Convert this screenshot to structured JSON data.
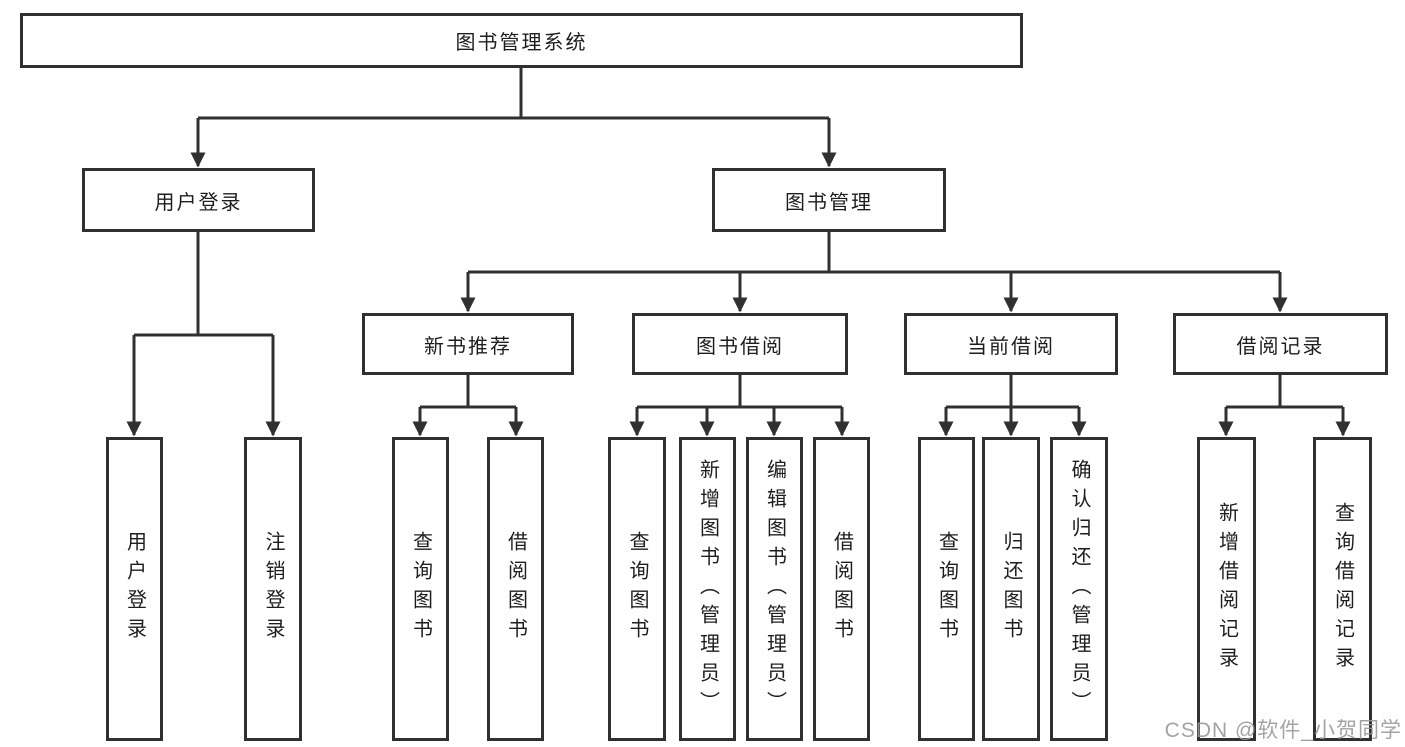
{
  "diagram": {
    "root": {
      "label": "图书管理系统"
    },
    "branches": [
      {
        "label": "用户登录",
        "leaves": [
          {
            "label": "用户登录"
          },
          {
            "label": "注销登录"
          }
        ]
      },
      {
        "label": "图书管理",
        "sections": [
          {
            "label": "新书推荐",
            "leaves": [
              {
                "label": "查询图书"
              },
              {
                "label": "借阅图书"
              }
            ]
          },
          {
            "label": "图书借阅",
            "leaves": [
              {
                "label": "查询图书"
              },
              {
                "label": "新增图书（管理员）"
              },
              {
                "label": "编辑图书（管理员）"
              },
              {
                "label": "借阅图书"
              }
            ]
          },
          {
            "label": "当前借阅",
            "leaves": [
              {
                "label": "查询图书"
              },
              {
                "label": "归还图书"
              },
              {
                "label": "确认归还（管理员）"
              }
            ]
          },
          {
            "label": "借阅记录",
            "leaves": [
              {
                "label": "新增借阅记录"
              },
              {
                "label": "查询借阅记录"
              }
            ]
          }
        ]
      }
    ]
  },
  "watermark": "CSDN @软件_小贺同学"
}
